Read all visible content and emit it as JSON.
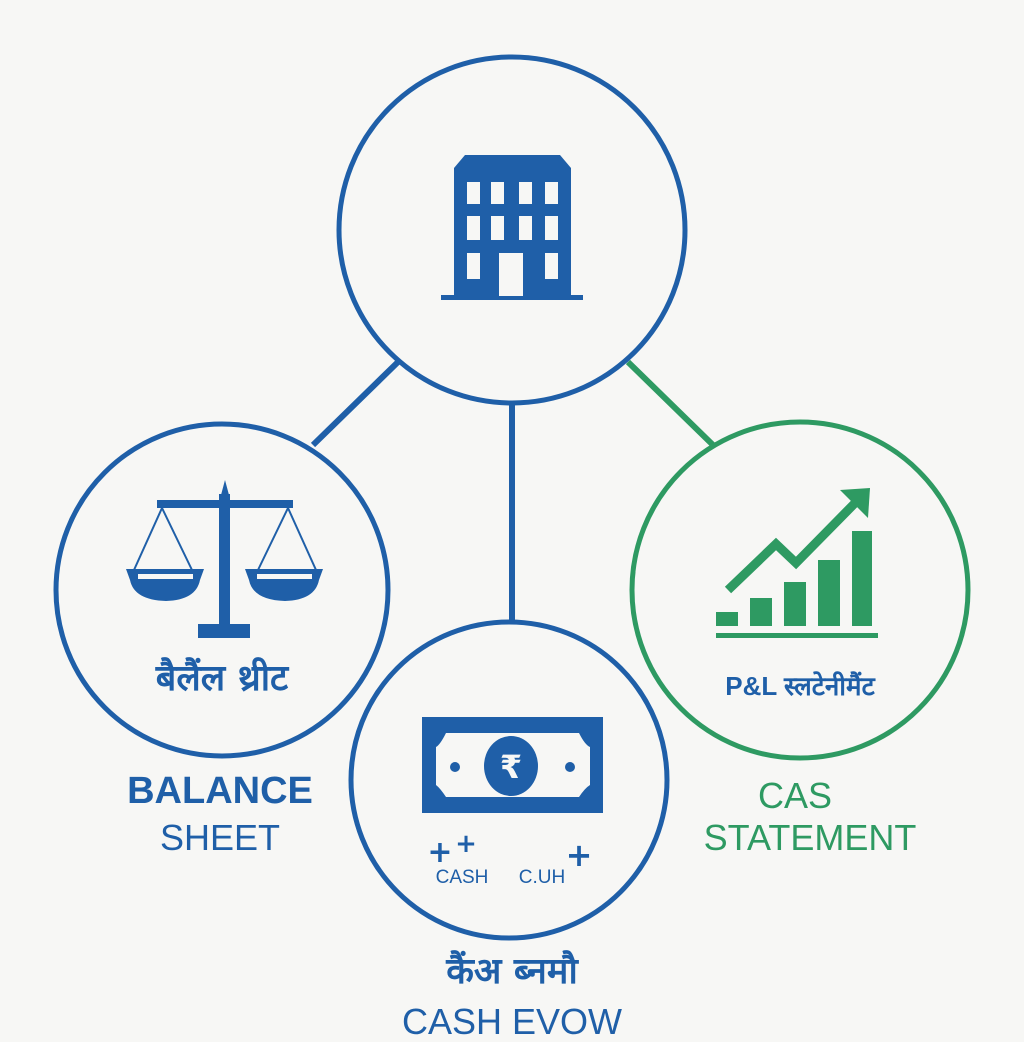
{
  "colors": {
    "blue": "#1f5fa8",
    "green": "#2e9a62",
    "background": "#f7f7f5"
  },
  "center_node": {
    "icon": "building-icon"
  },
  "balance_sheet": {
    "icon": "scales-icon",
    "hindi_label": "बैलैंल थ्रीट",
    "title_line1": "BALANCE",
    "title_line2": "SHEET"
  },
  "cash_flow": {
    "icon": "banknote-icon",
    "currency_symbol": "₹",
    "left_mark": "+",
    "left_mark_suffix": "+",
    "right_mark": "+",
    "left_text": "CASH",
    "right_text": "C.UH",
    "hindi_label": "कैंअ ब्नमौ",
    "title": "CASH EVOW"
  },
  "pl_statement": {
    "icon": "growth-chart-icon",
    "inner_label": "P&L स्लटेनीमैंट",
    "title_line1": "CAS",
    "title_line2": "STATEMENT"
  }
}
